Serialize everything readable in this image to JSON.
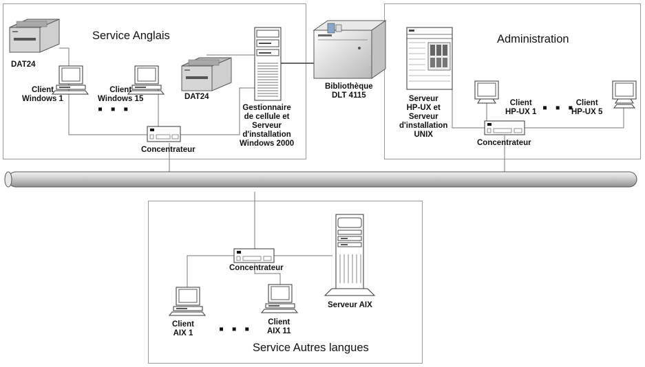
{
  "zones": {
    "english": "Service Anglais",
    "admin": "Administration",
    "other": "Service Autres langues"
  },
  "labels": {
    "dat24_a": "DAT24",
    "client_win1": "Client\nWindows 1",
    "client_win15": "Client\nWindows 15",
    "dat24_b": "DAT24",
    "cell_manager": "Gestionnaire\nde cellule et\nServeur\nd'installation\nWindows 2000",
    "hub_english": "Concentrateur",
    "library": "Bibliothèque\nDLT 4115",
    "hpux_server": "Serveur\nHP-UX et\nServeur\nd'installation\nUNIX",
    "client_hpux1": "Client\nHP-UX 1",
    "client_hpux5": "Client\nHP-UX 5",
    "hub_admin": "Concentrateur",
    "hub_other": "Concentrateur",
    "client_aix1": "Client\nAIX 1",
    "client_aix11": "Client\nAIX 11",
    "aix_server": "Serveur AIX"
  },
  "ellipsis": "▪ ▪ ▪"
}
